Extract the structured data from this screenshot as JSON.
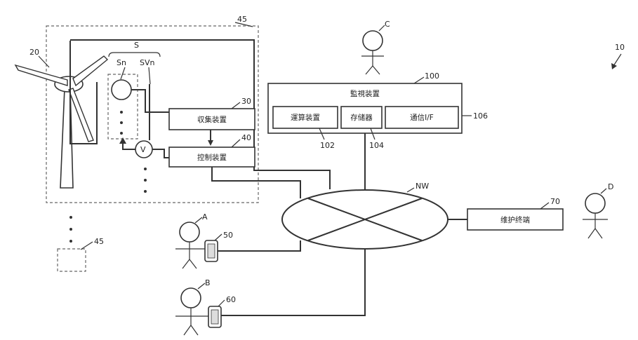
{
  "labels": {
    "ref_10": "10",
    "ref_20": "20",
    "ref_30": "30",
    "ref_40": "40",
    "ref_45_top": "45",
    "ref_45_bottom": "45",
    "ref_50": "50",
    "ref_60": "60",
    "ref_70": "70",
    "ref_100": "100",
    "ref_102": "102",
    "ref_104": "104",
    "ref_106": "106",
    "sensor_group": "S",
    "sensor": "Sn",
    "sensor_valve": "SVn",
    "valve_symbol": "V",
    "network": "NW",
    "person_a": "A",
    "person_b": "B",
    "person_c": "C",
    "person_d": "D"
  },
  "boxes": {
    "collector": "収集装置",
    "controller": "控制装置",
    "monitor": "監視装置",
    "compute": "運算装置",
    "storage": "存储器",
    "comm": "通信I/F",
    "maintenance": "维护终端"
  }
}
